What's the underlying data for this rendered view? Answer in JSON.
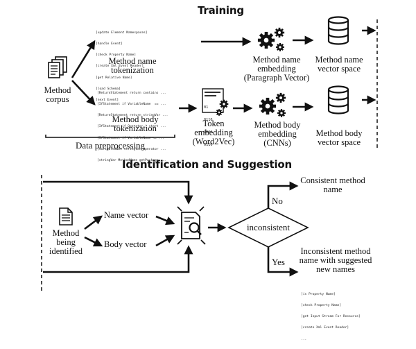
{
  "training": {
    "title": "Training",
    "method_corpus": [
      "Method",
      "corpus"
    ],
    "name_snippets": [
      "[update Element Namespaces]",
      "[handle Event]",
      "[check Property Name]",
      "[create Xml Event Reader]",
      "[get Relative Name]",
      "[load Schema]",
      "[next Event]"
    ],
    "body_snippets": [
      "[ReturnStatement return contains ...",
      "[IfStatement if VariableName  == ...",
      "[ReturnStatement return stringVar ...",
      "[IfStatement if Operator ! start ...",
      "[IfStatement if VariableName <= ...",
      "[VariableName stringVar Operator ...",
      "[stringVar MethodName getPackage ..."
    ],
    "name_tokenization": [
      "Method name",
      "tokenization"
    ],
    "body_tokenization": [
      "Method body",
      "tokenization"
    ],
    "data_preprocessing": "Data preprocessing",
    "token_bits": [
      "01",
      "0110",
      "0001",
      "0110"
    ],
    "token_embedding": [
      "Token",
      "embedding",
      "(Word2Vec)"
    ],
    "name_embedding": [
      "Method name",
      "embedding",
      "(Paragraph Vector)"
    ],
    "body_embedding": [
      "Method body",
      "embedding",
      "(CNNs)"
    ],
    "name_vector_space": [
      "Method name",
      "vector space"
    ],
    "body_vector_space": [
      "Method body",
      "vector space"
    ]
  },
  "identification": {
    "title": "Identification and Suggestion",
    "method_identified": [
      "Method",
      "being",
      "identified"
    ],
    "name_vector": "Name vector",
    "body_vector": "Body vector",
    "inconsistent": "inconsistent",
    "no": "No",
    "yes": "Yes",
    "consistent_result": [
      "Consistent method",
      "name"
    ],
    "inconsistent_result": [
      "Inconsistent method",
      "name with suggested",
      "new names"
    ],
    "suggestions": [
      "[is Property Name]",
      "[check Property Name]",
      "[get Input Stream For Resource]",
      "[create Xml Event Reader]",
      "..."
    ]
  }
}
